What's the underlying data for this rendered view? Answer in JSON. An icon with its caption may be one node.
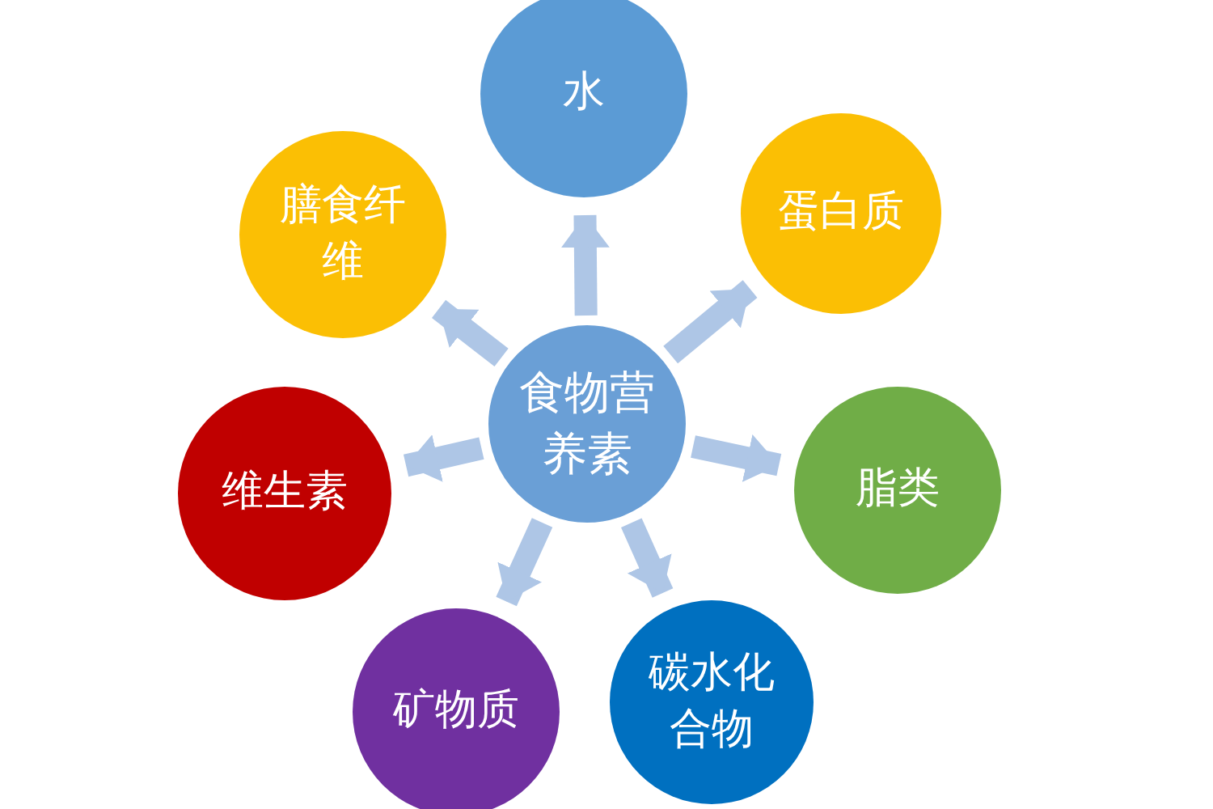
{
  "diagram": {
    "nodes": [
      {
        "text": [
          "食物营养素"
        ]
      },
      {
        "text": [
          "水"
        ]
      },
      {
        "text": [
          "膳食纤维"
        ]
      },
      {
        "text": [
          "蛋白质"
        ]
      },
      {
        "text": [
          "维生素"
        ]
      },
      {
        "text": [
          "脂类"
        ]
      },
      {
        "text": [
          "矿物质"
        ]
      },
      {
        "text": [
          "碳水化合物"
        ]
      }
    ],
    "edges": [
      {
        "from": 0,
        "to": 1,
        "arrow": "to"
      },
      {
        "from": 0,
        "to": 2,
        "arrow": "to"
      },
      {
        "from": 0,
        "to": 3,
        "arrow": "to"
      },
      {
        "from": 0,
        "to": 4,
        "arrow": "to"
      },
      {
        "from": 0,
        "to": 5,
        "arrow": "to"
      },
      {
        "from": 0,
        "to": 6,
        "arrow": "to"
      },
      {
        "from": 0,
        "to": 7,
        "arrow": "to"
      }
    ]
  }
}
